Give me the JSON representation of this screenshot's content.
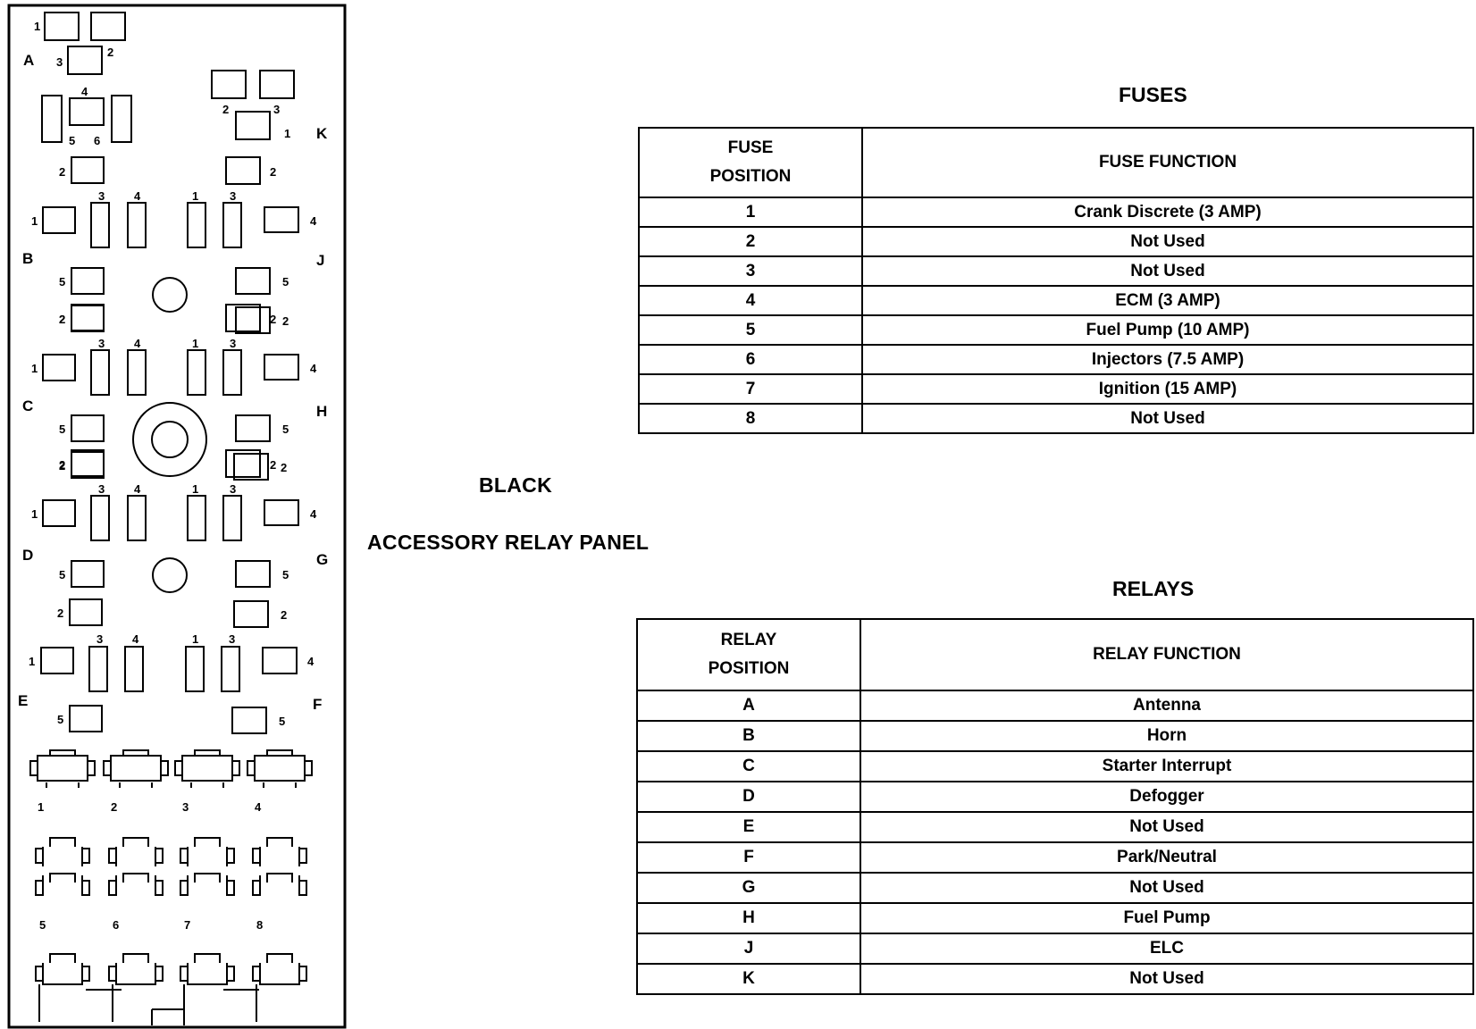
{
  "panel": {
    "title": "BLACK",
    "subtitle": "ACCESSORY RELAY PANEL",
    "relay_letters_left": [
      "A",
      "B",
      "C",
      "D",
      "E"
    ],
    "relay_letters_right": [
      "K",
      "J",
      "H",
      "G",
      "F"
    ],
    "pins": [
      "1",
      "2",
      "3",
      "4",
      "5",
      "6"
    ],
    "fuse_numbers": [
      "1",
      "2",
      "3",
      "4",
      "5",
      "6",
      "7",
      "8"
    ]
  },
  "fuses": {
    "title": "FUSES",
    "header_position_line1": "FUSE",
    "header_position_line2": "POSITION",
    "header_function": "FUSE FUNCTION",
    "rows": [
      {
        "position": "1",
        "function": "Crank Discrete (3 AMP)"
      },
      {
        "position": "2",
        "function": "Not Used"
      },
      {
        "position": "3",
        "function": "Not Used"
      },
      {
        "position": "4",
        "function": "ECM (3 AMP)"
      },
      {
        "position": "5",
        "function": "Fuel Pump (10 AMP)"
      },
      {
        "position": "6",
        "function": "Injectors (7.5 AMP)"
      },
      {
        "position": "7",
        "function": "Ignition (15 AMP)"
      },
      {
        "position": "8",
        "function": "Not Used"
      }
    ]
  },
  "relays": {
    "title": "RELAYS",
    "header_position_line1": "RELAY",
    "header_position_line2": "POSITION",
    "header_function": "RELAY FUNCTION",
    "rows": [
      {
        "position": "A",
        "function": "Antenna"
      },
      {
        "position": "B",
        "function": "Horn"
      },
      {
        "position": "C",
        "function": "Starter Interrupt"
      },
      {
        "position": "D",
        "function": "Defogger"
      },
      {
        "position": "E",
        "function": "Not Used"
      },
      {
        "position": "F",
        "function": "Park/Neutral"
      },
      {
        "position": "G",
        "function": "Not Used"
      },
      {
        "position": "H",
        "function": "Fuel Pump"
      },
      {
        "position": "J",
        "function": "ELC"
      },
      {
        "position": "K",
        "function": "Not Used"
      }
    ]
  }
}
